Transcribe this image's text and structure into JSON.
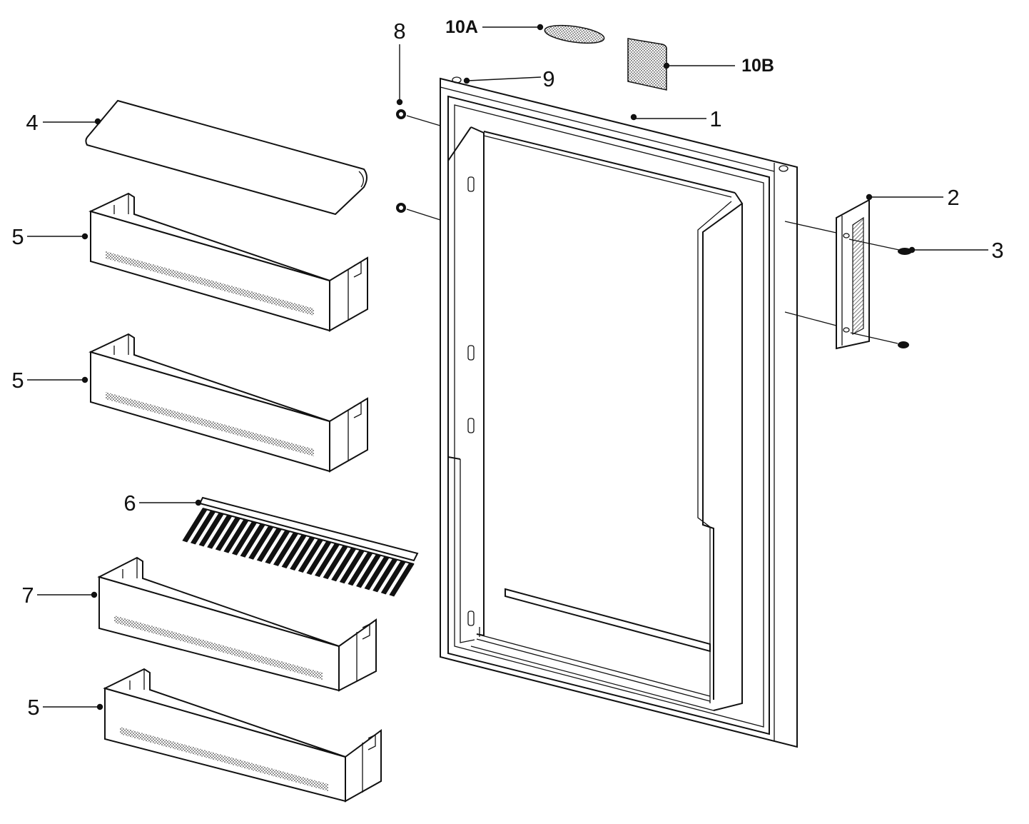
{
  "colors": {
    "line": "#111111",
    "background": "#ffffff",
    "hatch": "#8a8a8a"
  },
  "callouts": {
    "c1": "1",
    "c2": "2",
    "c3": "3",
    "c4": "4",
    "c5a": "5",
    "c5b": "5",
    "c5c": "5",
    "c6": "6",
    "c7": "7",
    "c8": "8",
    "c9": "9",
    "c10a": "10A",
    "c10b": "10B"
  }
}
